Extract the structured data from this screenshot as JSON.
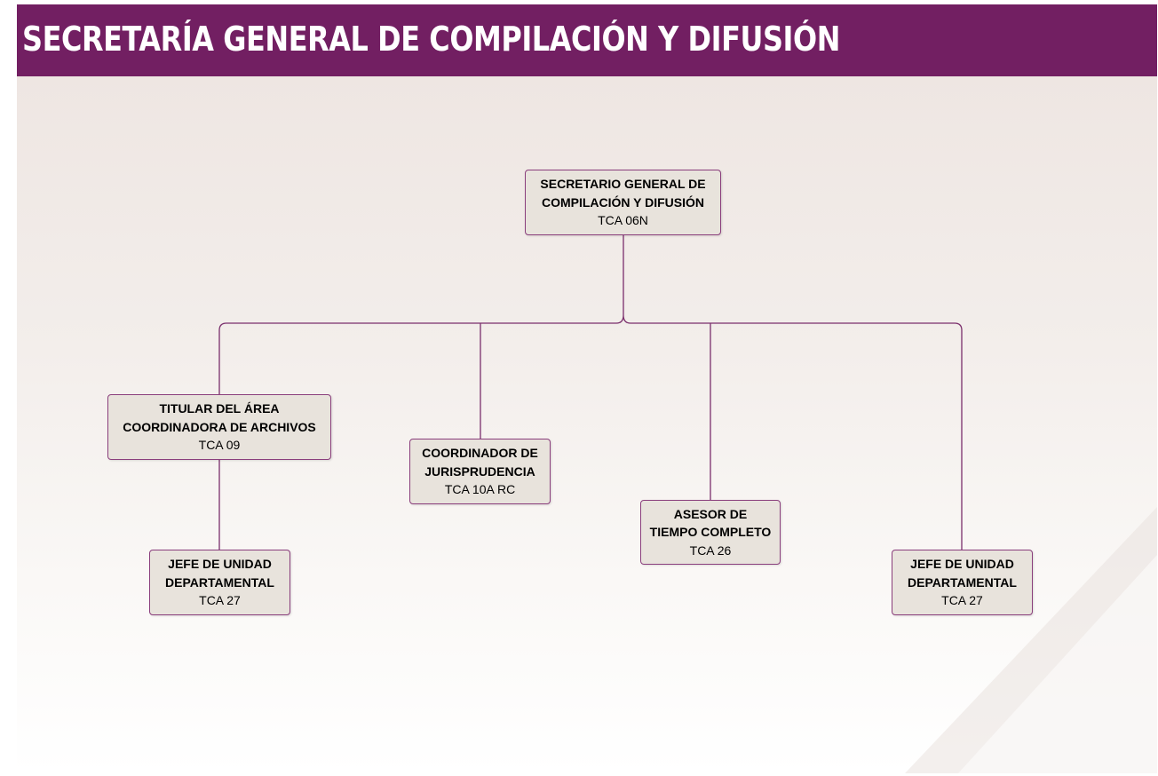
{
  "header": {
    "title": "SECRETARÍA GENERAL DE COMPILACIÓN Y DIFUSIÓN",
    "background_color": "#721f62",
    "text_color": "#ffffff"
  },
  "org_chart": {
    "root": {
      "line1": "SECRETARIO GENERAL DE",
      "line2": "COMPILACIÓN Y DIFUSIÓN",
      "code": "TCA 06N"
    },
    "titular_archivos": {
      "line1": "TITULAR DEL ÁREA",
      "line2": "COORDINADORA DE ARCHIVOS",
      "code": "TCA 09"
    },
    "coordinador_jurisprudencia": {
      "line1": "COORDINADOR DE",
      "line2": "JURISPRUDENCIA",
      "code": "TCA 10A RC"
    },
    "asesor": {
      "line1": "ASESOR DE",
      "line2": "TIEMPO COMPLETO",
      "code": "TCA 26"
    },
    "jefe_unidad_left": {
      "line1": "JEFE DE UNIDAD",
      "line2": "DEPARTAMENTAL",
      "code": "TCA 27"
    },
    "jefe_unidad_right": {
      "line1": "JEFE DE UNIDAD",
      "line2": "DEPARTAMENTAL",
      "code": "TCA 27"
    },
    "node_fill_color": "#e8e3dc",
    "node_border_color": "#8a3e7c",
    "connector_color": "#7a2e6c"
  }
}
